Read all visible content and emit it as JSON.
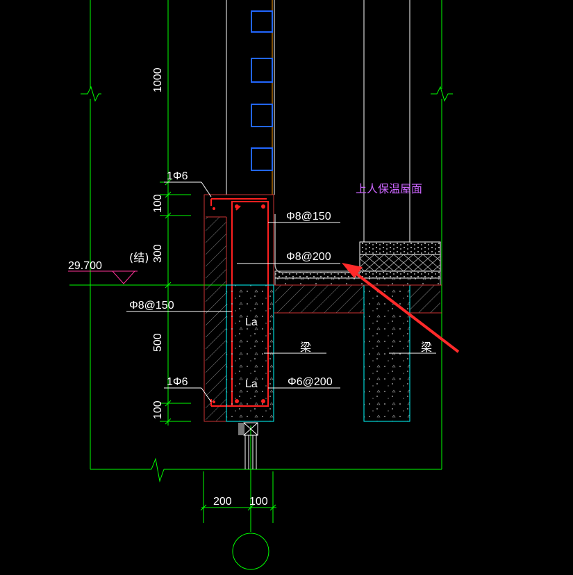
{
  "labels": {
    "dim_1000": "1000",
    "dim_100_top": "100",
    "dim_300": "300",
    "dim_500": "500",
    "dim_100_bottom": "100",
    "dim_200": "200",
    "dim_100_right": "100",
    "elevation": "29.700",
    "elevation_note": "(结)",
    "rebar_1phi6_top": "1Φ6",
    "rebar_1phi6_bottom": "1Φ6",
    "rebar_phi8_150_left": "Φ8@150",
    "rebar_phi8_150_right": "Φ8@150",
    "rebar_phi8_200": "Φ8@200",
    "rebar_phi6_200": "Φ6@200",
    "la_upper": "La",
    "la_lower": "La",
    "beam_left": "梁",
    "beam_right": "梁",
    "roof_note": "上人保温屋面"
  },
  "colors": {
    "background": "#000000",
    "grid_green": "#00ff00",
    "beam_cyan": "#00ffff",
    "rebar_red": "#ff2020",
    "wall_red": "#cc3333",
    "hatch": "#8a8a8a",
    "white": "#ffffff",
    "block_blue": "#2266ff",
    "roof_text": "#cc66ff",
    "arrow": "#ff2a2a",
    "elevation_mark": "#ff3399",
    "orange": "#ff9900"
  },
  "icons": {
    "axis_bubble": "circle",
    "annotation_arrow": "arrow",
    "break_line": "zigzag-break"
  }
}
